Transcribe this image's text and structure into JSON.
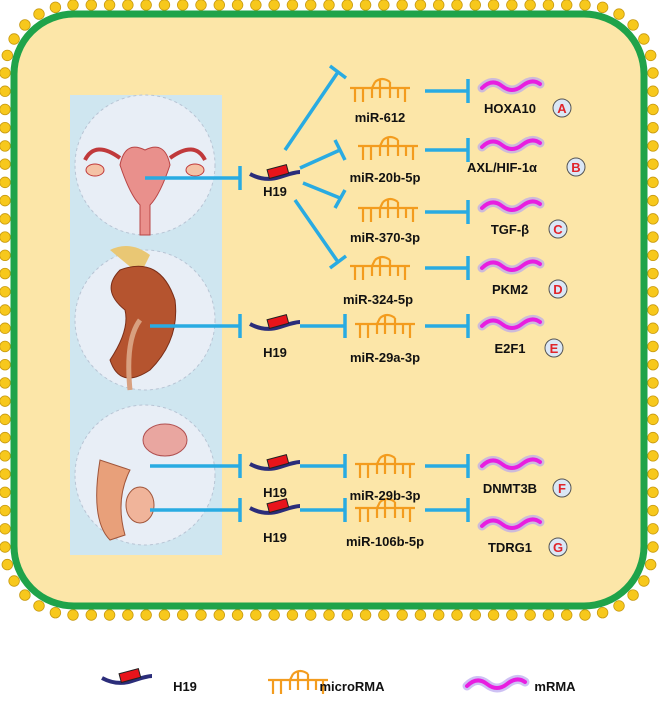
{
  "colors": {
    "membrane": "#1fa34a",
    "lipid": "#f7c81c",
    "cytoplasm": "#fce6a8",
    "panel": "#cfe6f0",
    "inhibition": "#29abe2",
    "microrna": "#f39c1e",
    "mrna": "#e81ee0",
    "h19_body": "#2b2d7a",
    "h19_box": "#e8141b"
  },
  "organs": [
    "uterus",
    "kidney",
    "male-reproductive-system"
  ],
  "rows": [
    {
      "lnc": "H19",
      "mirna": "miR-612",
      "gene": "HOXA10",
      "letter": "A"
    },
    {
      "mirna": "miR-20b-5p",
      "gene": "AXL/HIF-1α",
      "letter": "B"
    },
    {
      "mirna": "miR-370-3p",
      "gene": "TGF-β",
      "letter": "C"
    },
    {
      "mirna": "miR-324-5p",
      "gene": "PKM2",
      "letter": "D"
    },
    {
      "lnc": "H19",
      "mirna": "miR-29a-3p",
      "gene": "E2F1",
      "letter": "E"
    },
    {
      "lnc": "H19",
      "mirna": "miR-29b-3p",
      "gene": "DNMT3B",
      "letter": "F"
    },
    {
      "lnc": "H19",
      "mirna": "miR-106b-5p",
      "gene": "TDRG1",
      "letter": "G"
    }
  ],
  "legend": {
    "h19": "H19",
    "microrna": "microRMA",
    "mrna": "mRMA"
  }
}
